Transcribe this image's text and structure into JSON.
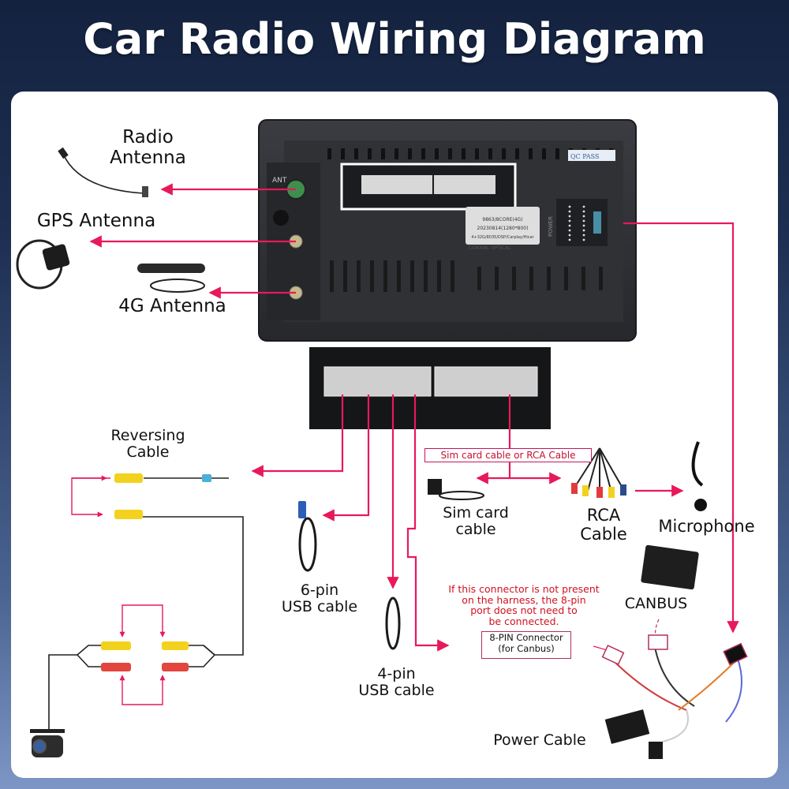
{
  "title": "Car Radio Wiring Diagram",
  "colors": {
    "wire": "#e8195a",
    "note_text": "#d0121e",
    "background_top": "#14223f",
    "background_bottom": "#7d96c6",
    "card": "#ffffff",
    "unit_body": "#2b2d31"
  },
  "head_unit": {
    "ant_label": "ANT",
    "qc_label": "QC PASS",
    "power_label": "POWER",
    "sticker_lines": [
      "9863/8CORE(4G)",
      "20230814(1280*800)",
      "4+32G/8035/DSP/Carplay/Hicar"
    ],
    "coaxial_label": "COAXIAL OPTICAL"
  },
  "components": {
    "radio_antenna": "Radio\nAntenna",
    "gps_antenna": "GPS Antenna",
    "antenna_4g": "4G Antenna",
    "reversing_cable": "Reversing\nCable",
    "usb6": "6-pin\nUSB cable",
    "usb4": "4-pin\nUSB cable",
    "sim_card_cable": "Sim card\ncable",
    "rca_cable": "RCA\nCable",
    "microphone": "Microphone",
    "canbus": "CANBUS",
    "power_cable": "Power Cable"
  },
  "callouts": {
    "sim_or_rca": "Sim card cable or RCA Cable",
    "connector_note": "If this connector is not present\non the harness, the 8-pin\nport does not need to\nbe connected.",
    "pin8_line1": "8-PIN Connector",
    "pin8_line2": "(for Canbus)"
  }
}
